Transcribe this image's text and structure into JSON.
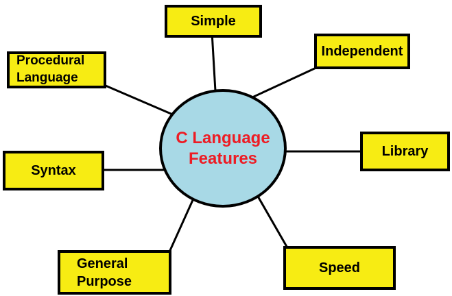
{
  "center": {
    "label": "C Language\nFeatures"
  },
  "nodes": [
    {
      "id": "simple",
      "label": "Simple"
    },
    {
      "id": "independent",
      "label": "Independent"
    },
    {
      "id": "procedural-language",
      "label": "Procedural\nLanguage"
    },
    {
      "id": "library",
      "label": "Library"
    },
    {
      "id": "syntax",
      "label": "Syntax"
    },
    {
      "id": "general-purpose",
      "label": "General\nPurpose"
    },
    {
      "id": "speed",
      "label": "Speed"
    }
  ],
  "colors": {
    "background": "#FFFFFF",
    "node_fill": "#F7EC13",
    "node_border": "#000000",
    "node_text": "#000000",
    "center_fill": "#A8D9E6",
    "center_border": "#000000",
    "center_text": "#ED1C24",
    "connector": "#000000"
  }
}
